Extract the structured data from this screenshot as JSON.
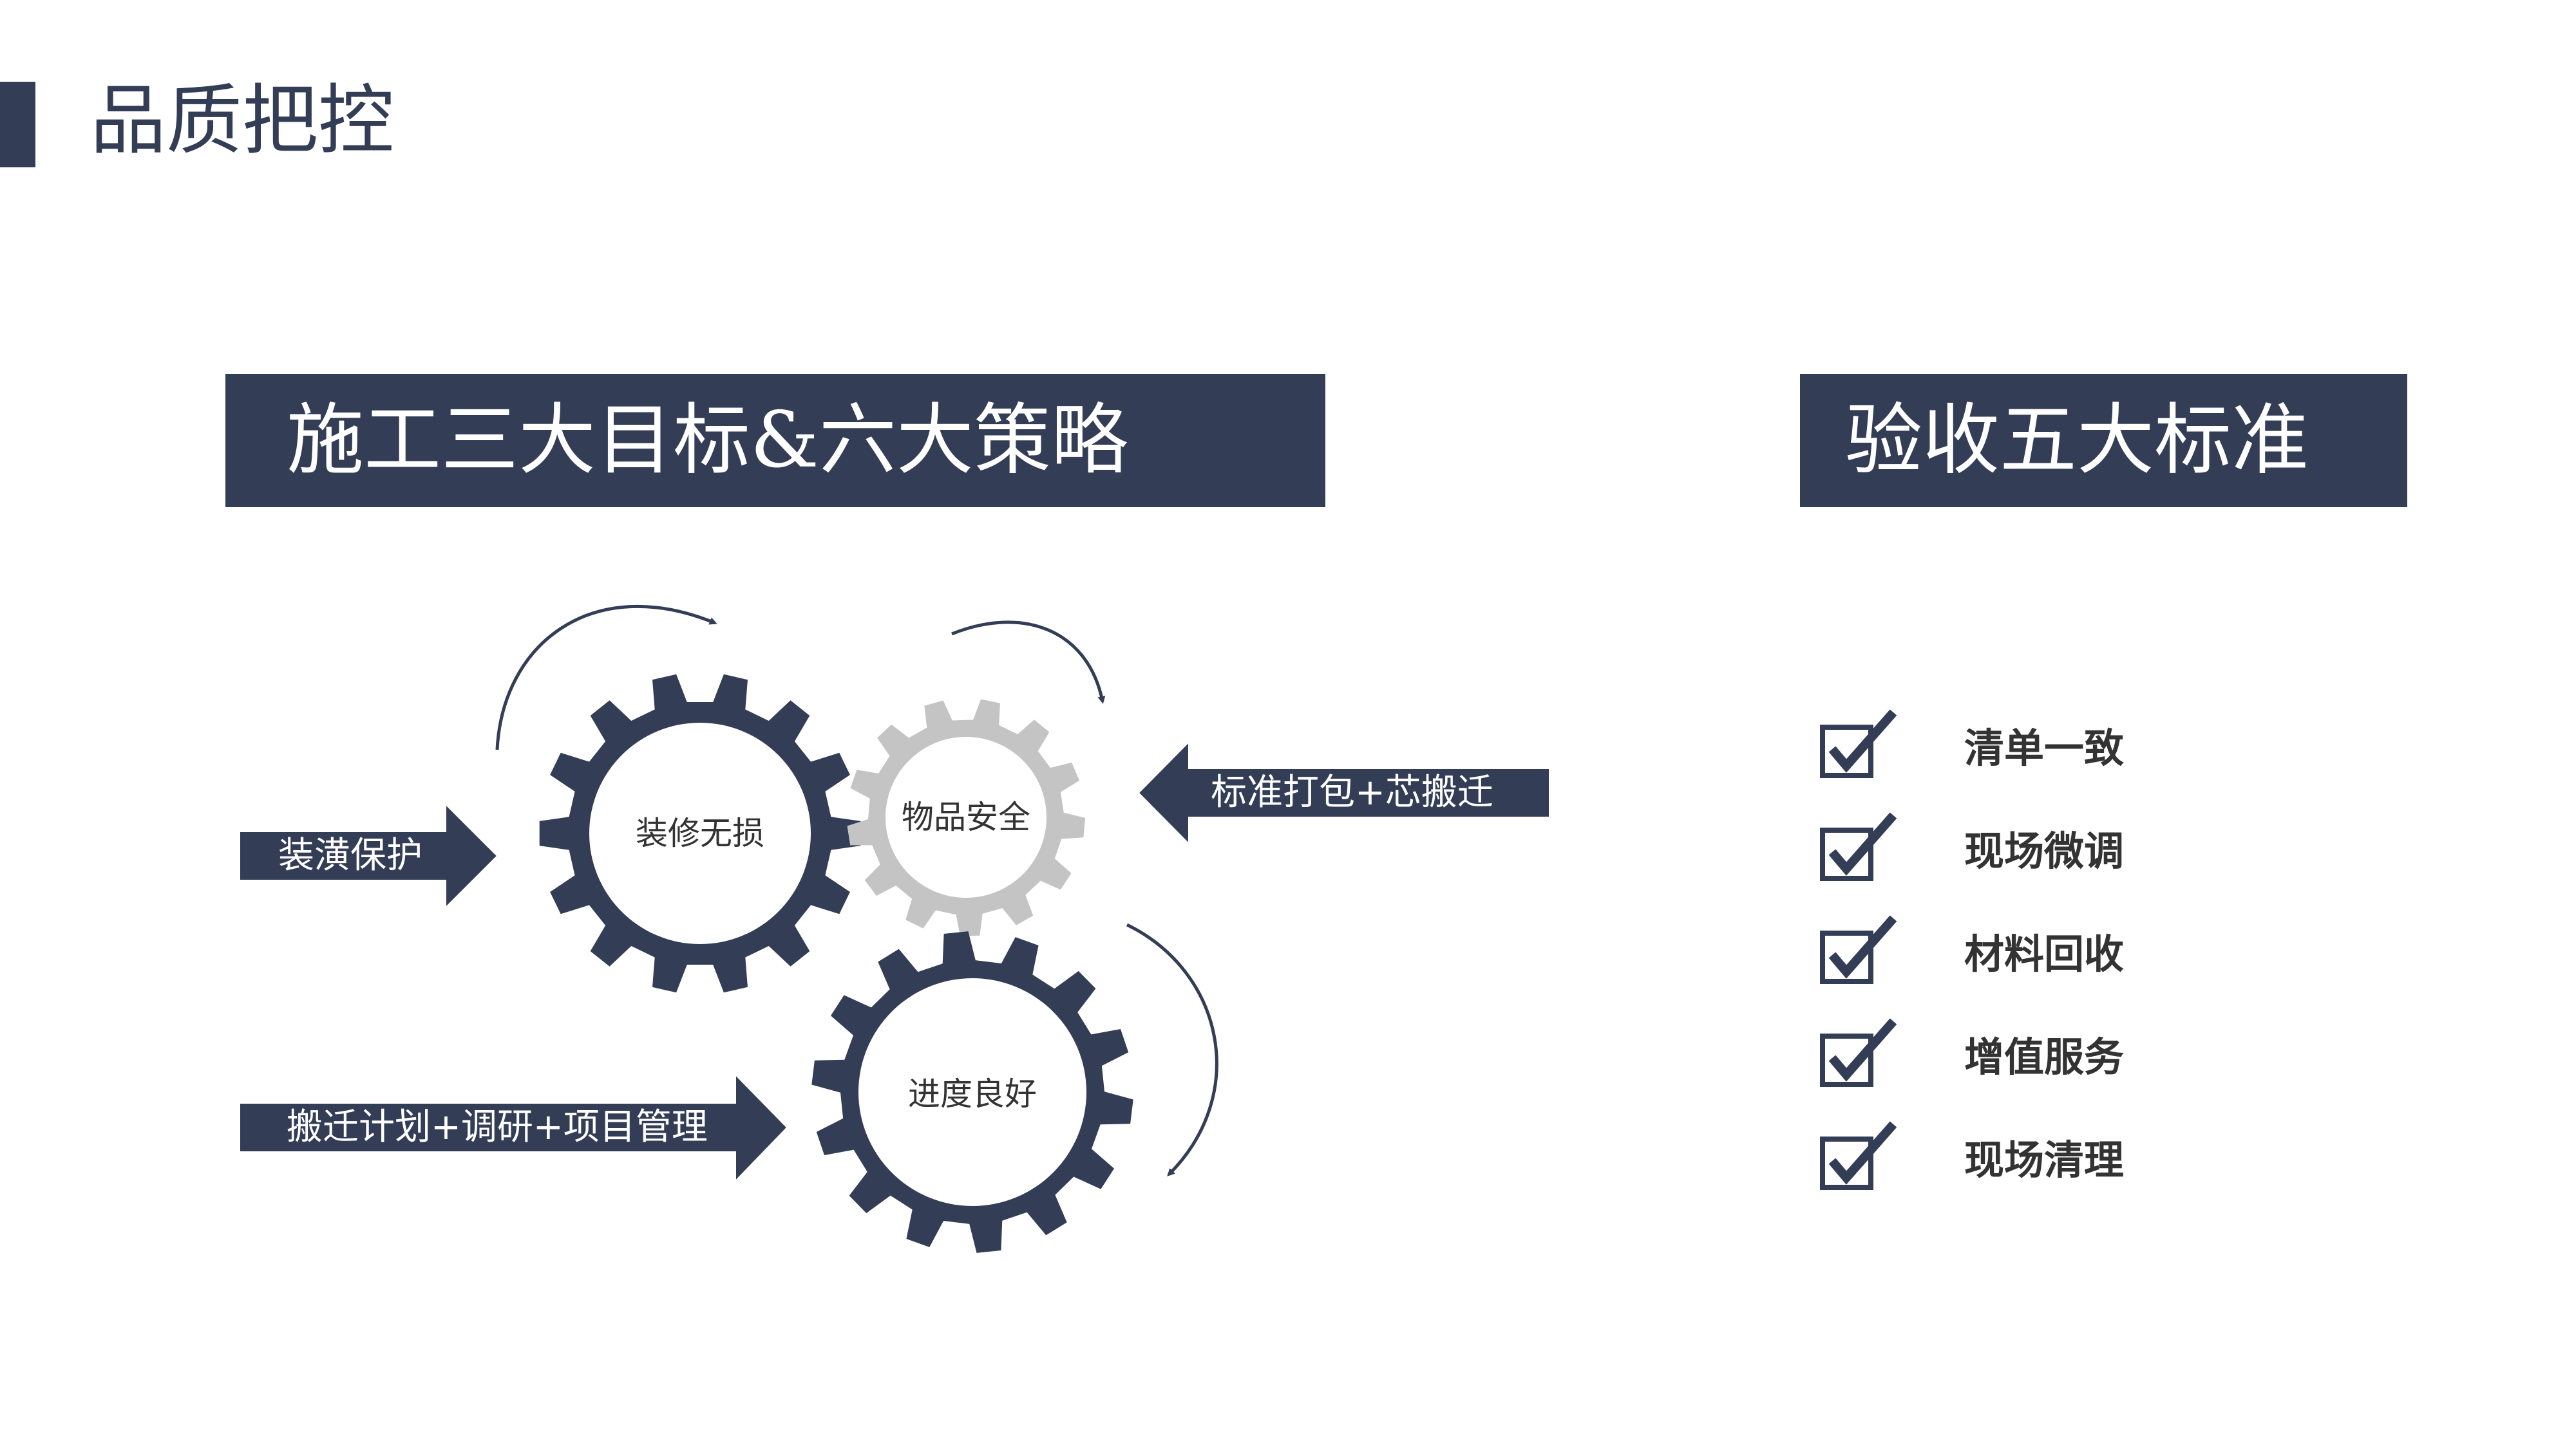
{
  "header": {
    "title": "品质把控"
  },
  "left_panel": {
    "banner": "施工三大目标&六大策略",
    "gears": [
      {
        "label": "装修无损"
      },
      {
        "label": "物品安全"
      },
      {
        "label": "进度良好"
      }
    ],
    "arrows": [
      {
        "label": "装潢保护"
      },
      {
        "label": "标准打包+芯搬迁"
      },
      {
        "label": "搬迁计划+调研+项目管理"
      }
    ]
  },
  "right_panel": {
    "banner": "验收五大标准",
    "items": [
      {
        "label": "清单一致"
      },
      {
        "label": "现场微调"
      },
      {
        "label": "材料回收"
      },
      {
        "label": "增值服务"
      },
      {
        "label": "现场清理"
      }
    ]
  },
  "colors": {
    "navy": "#333d56",
    "gray": "#c4c4c4",
    "text": "#333333"
  },
  "icons": [
    "checkbox-checked-icon",
    "gear-icon",
    "arrow-right-icon",
    "arrow-left-icon",
    "curved-arrow-icon"
  ]
}
